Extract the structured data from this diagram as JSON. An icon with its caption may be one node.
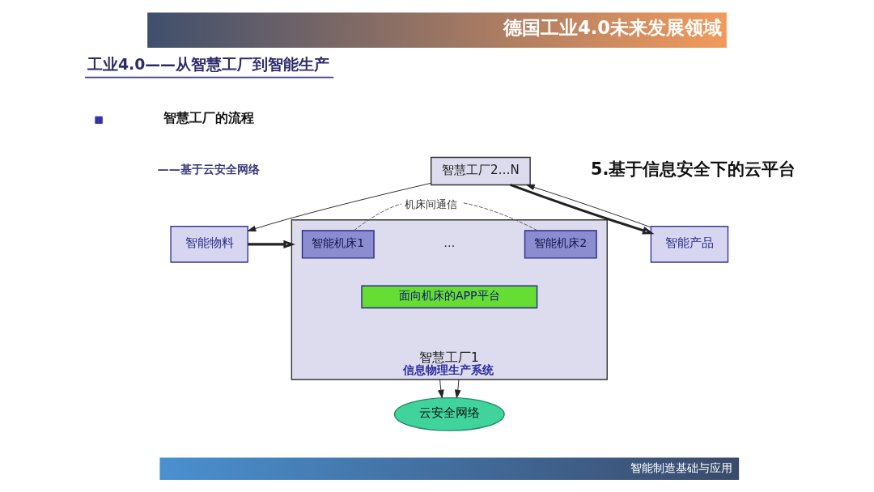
{
  "diagram": {
    "title": "德国工业4.0未来发展领域",
    "nodes": [
      {
        "text": [
          "智慧工厂2…N"
        ]
      },
      {
        "text": [
          "智慧工厂1",
          "信息物理生产系统"
        ]
      },
      {
        "text": [
          "智能物料"
        ]
      },
      {
        "text": [
          "智能机床1"
        ],
        "in": 1
      },
      {
        "text": [
          "智能机床2"
        ],
        "in": 1
      },
      {
        "text": [
          "面向机床的APP平台"
        ],
        "in": 1
      },
      {
        "text": [
          "智能产品"
        ]
      },
      {
        "text": [
          "云安全网络"
        ]
      }
    ],
    "edges": [
      {
        "from": 0,
        "to": 2,
        "arrow": "to"
      },
      {
        "from": 2,
        "to": 1,
        "arrow": "to",
        "style": "thick"
      },
      {
        "from": 3,
        "to": 4,
        "arrow": "none",
        "style": "dashed",
        "label": "机床间通信"
      },
      {
        "from": 0,
        "to": 6,
        "arrow": "to",
        "style": "thick"
      },
      {
        "from": 6,
        "to": 0,
        "arrow": "to"
      },
      {
        "from": 1,
        "to": 7,
        "arrow": "to"
      },
      {
        "from": 1,
        "to": 7,
        "arrow": "to"
      }
    ],
    "labels": [
      "工业4.0——从智慧工厂到智能生产",
      "智慧工厂的流程",
      "——基于云安全网络",
      "5.基于信息安全下的云平台",
      "…",
      "智能制造基础与应用"
    ]
  }
}
